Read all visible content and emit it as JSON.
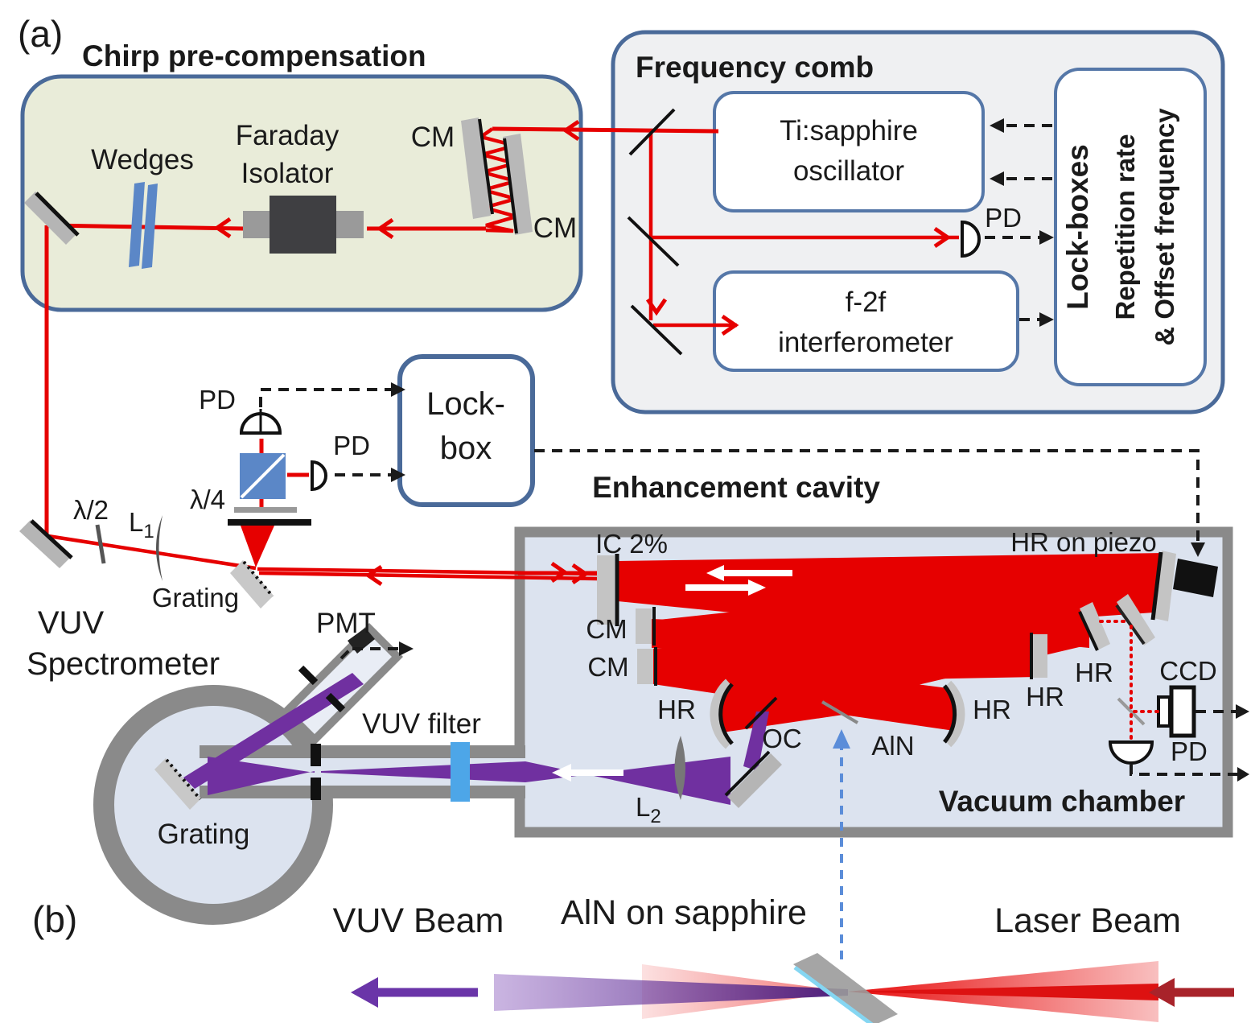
{
  "figure": {
    "panel_a_tag": "(a)",
    "panel_b_tag": "(b)"
  },
  "chirp": {
    "title": "Chirp pre-compensation",
    "wedges_label": "Wedges",
    "faraday_label_1": "Faraday",
    "faraday_label_2": "Isolator",
    "cm_top_label": "CM",
    "cm_bottom_label": "CM"
  },
  "comb": {
    "title": "Frequency comb",
    "oscillator_label_1": "Ti:sapphire",
    "oscillator_label_2": "oscillator",
    "pd_label": "PD",
    "f2f_label_1": "f-2f",
    "f2f_label_2": "interferometer",
    "lockboxes_label_1": "Lock-boxes",
    "lockboxes_label_2": "Repetition rate",
    "lockboxes_label_3": "& Offset  frequency"
  },
  "mid": {
    "pd_top_label": "PD",
    "pd_side_label": "PD",
    "halfwave_label": "λ/2",
    "quarterwave_label": "λ/4",
    "l1_main": "L",
    "l1_sub": "1",
    "grating_label": "Grating",
    "lockbox_label_1": "Lock-",
    "lockbox_label_2": "box"
  },
  "spectrometer": {
    "name_1": "VUV",
    "name_2": "Spectrometer",
    "pmt_label": "PMT",
    "grating_label": "Grating",
    "filter_label": "VUV filter"
  },
  "cavity": {
    "title": "Enhancement cavity",
    "ic_label": "IC 2%",
    "hr_piezo_label": "HR on piezo",
    "cm1_label": "CM",
    "cm2_label": "CM",
    "hr_mid_label": "HR",
    "hr_tilt_label": "HR",
    "hr_curve_left_label": "HR",
    "hr_curve_right_label": "HR",
    "oc_label": "OC",
    "aln_label": "AlN",
    "ccd_label": "CCD",
    "pd_label": "PD",
    "l2_main": "L",
    "l2_sub": "2",
    "vacuum_label": "Vacuum chamber"
  },
  "panel_b": {
    "vuv_beam_label": "VUV Beam",
    "sample_label": "AlN on sapphire",
    "laser_beam_label": "Laser Beam"
  },
  "colors": {
    "beam_red": "#e60000",
    "beam_purple": "#7030a0",
    "box_border_blue": "#4a6a99",
    "chirp_fill": "#e9ecd9",
    "comb_fill": "#eff0f2",
    "cavity_fill": "#dce3ef",
    "chamber_gray": "#8a8a8a",
    "filter_blue": "#4da6e8",
    "wedge_blue": "#5b87c7",
    "laser_dark_red": "#b02025"
  }
}
